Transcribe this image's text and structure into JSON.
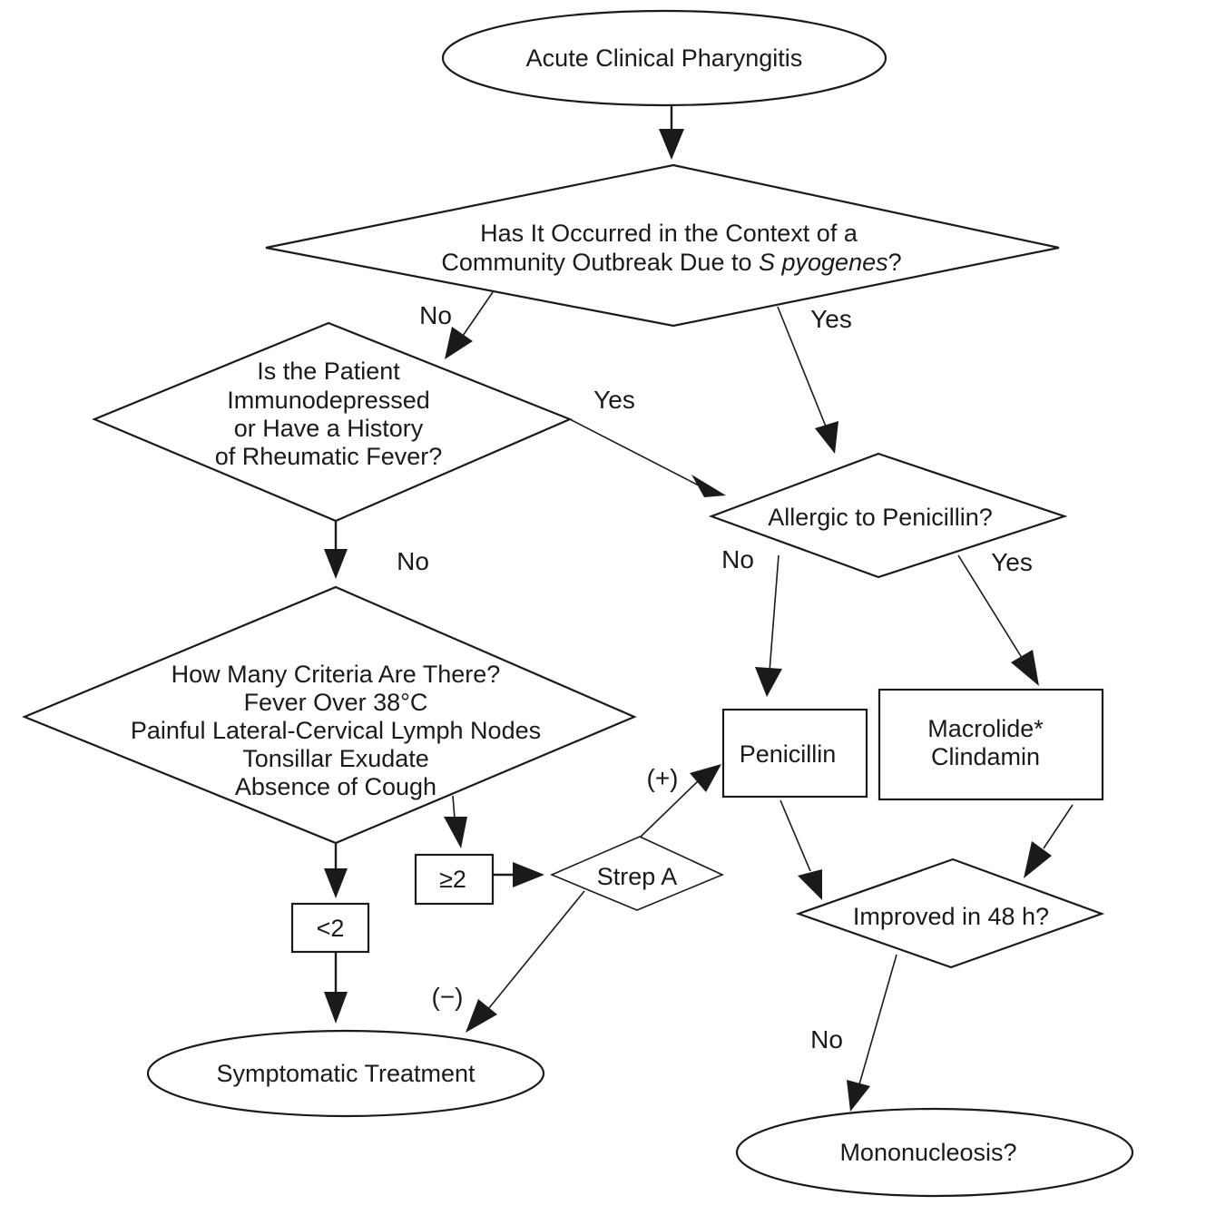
{
  "diagram": {
    "title": "Acute Clinical Pharyngitis management flowchart",
    "nodes": {
      "start": {
        "type": "terminal",
        "lines": [
          "Acute Clinical Pharyngitis"
        ]
      },
      "outbreak": {
        "type": "decision",
        "lines": [
          "Has It Occurred in the Context of a",
          "Community Outbreak Due to "
        ],
        "italic_suffix": "S pyogenes",
        "suffix": "?"
      },
      "immuno": {
        "type": "decision",
        "lines": [
          "Is the Patient",
          "Immunodepressed",
          "or Have a History",
          "of Rheumatic Fever?"
        ]
      },
      "criteria": {
        "type": "decision",
        "lines": [
          "How Many Criteria Are There?",
          "Fever Over 38°C",
          "Painful Lateral-Cervical Lymph Nodes",
          "Tonsillar Exudate",
          "Absence of Cough"
        ]
      },
      "allergic": {
        "type": "decision",
        "lines": [
          "Allergic to Penicillin?"
        ]
      },
      "penicillin": {
        "type": "process",
        "lines": [
          "Penicillin"
        ]
      },
      "macrolide": {
        "type": "process",
        "lines": [
          "Macrolide*",
          "Clindamin"
        ]
      },
      "ge2": {
        "type": "process",
        "lines": [
          "≥2"
        ]
      },
      "lt2": {
        "type": "process",
        "lines": [
          "<2"
        ]
      },
      "strep": {
        "type": "decision",
        "lines": [
          "Strep A"
        ]
      },
      "improved": {
        "type": "decision",
        "lines": [
          "Improved in 48 h?"
        ]
      },
      "symptomatic": {
        "type": "terminal",
        "lines": [
          "Symptomatic Treatment"
        ]
      },
      "mono": {
        "type": "terminal",
        "lines": [
          "Mononucleosis?"
        ]
      }
    },
    "edge_labels": {
      "outbreak_no": "No",
      "outbreak_yes": "Yes",
      "immuno_yes": "Yes",
      "immuno_no": "No",
      "allergic_no": "No",
      "allergic_yes": "Yes",
      "strep_pos": "(+)",
      "strep_neg": "(−)",
      "improved_no": "No"
    },
    "edges": [
      {
        "from": "start",
        "to": "outbreak"
      },
      {
        "from": "outbreak",
        "to": "immuno",
        "label": "No"
      },
      {
        "from": "outbreak",
        "to": "allergic",
        "label": "Yes"
      },
      {
        "from": "immuno",
        "to": "allergic",
        "label": "Yes"
      },
      {
        "from": "immuno",
        "to": "criteria",
        "label": "No"
      },
      {
        "from": "allergic",
        "to": "penicillin",
        "label": "No"
      },
      {
        "from": "allergic",
        "to": "macrolide",
        "label": "Yes"
      },
      {
        "from": "criteria",
        "to": "ge2"
      },
      {
        "from": "criteria",
        "to": "lt2"
      },
      {
        "from": "ge2",
        "to": "strep"
      },
      {
        "from": "strep",
        "to": "penicillin",
        "label": "(+)"
      },
      {
        "from": "strep",
        "to": "symptomatic",
        "label": "(−)"
      },
      {
        "from": "lt2",
        "to": "symptomatic"
      },
      {
        "from": "penicillin",
        "to": "improved"
      },
      {
        "from": "macrolide",
        "to": "improved"
      },
      {
        "from": "improved",
        "to": "mono",
        "label": "No"
      }
    ]
  }
}
